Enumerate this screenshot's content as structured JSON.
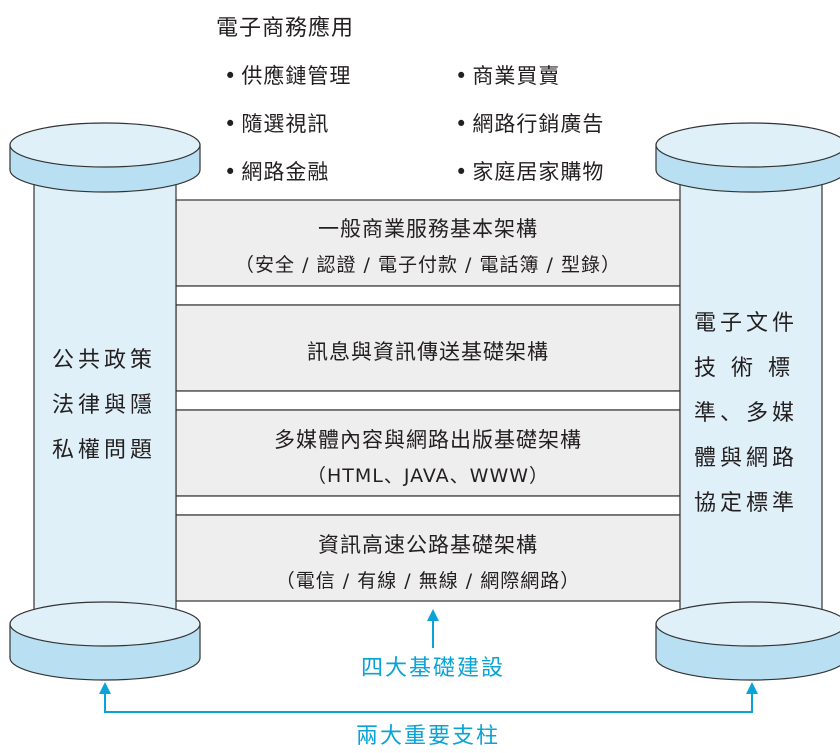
{
  "apps": {
    "title": "電子商務應用",
    "left": [
      "供應鏈管理",
      "隨選視訊",
      "網路金融"
    ],
    "right": [
      "商業買賣",
      "網路行銷廣告",
      "家庭居家購物"
    ]
  },
  "layers": [
    {
      "title": "一般商業服務基本架構",
      "subtitle": "（安全 / 認證 / 電子付款 / 電話簿 / 型錄）"
    },
    {
      "title": "訊息與資訊傳送基礎架構",
      "subtitle": ""
    },
    {
      "title": "多媒體內容與網路出版基礎架構",
      "subtitle": "（HTML、JAVA、WWW）"
    },
    {
      "title": "資訊高速公路基礎架構",
      "subtitle": "（電信 / 有線 / 無線 / 網際網路）"
    }
  ],
  "left_pillar": [
    "公共政策",
    "法律與隱",
    "私權問題"
  ],
  "right_pillar": [
    "電子文件",
    "技 術 標",
    "準、多媒",
    "體與網路",
    "協定標準"
  ],
  "labels": {
    "four_infrastructures": "四大基礎建設",
    "two_pillars": "兩大重要支柱"
  },
  "colors": {
    "pillar_fill": "#dff0f9",
    "pillar_cap": "#b9e0f2",
    "layer_fill": "#eeeeee",
    "accent": "#0aa3d6"
  }
}
